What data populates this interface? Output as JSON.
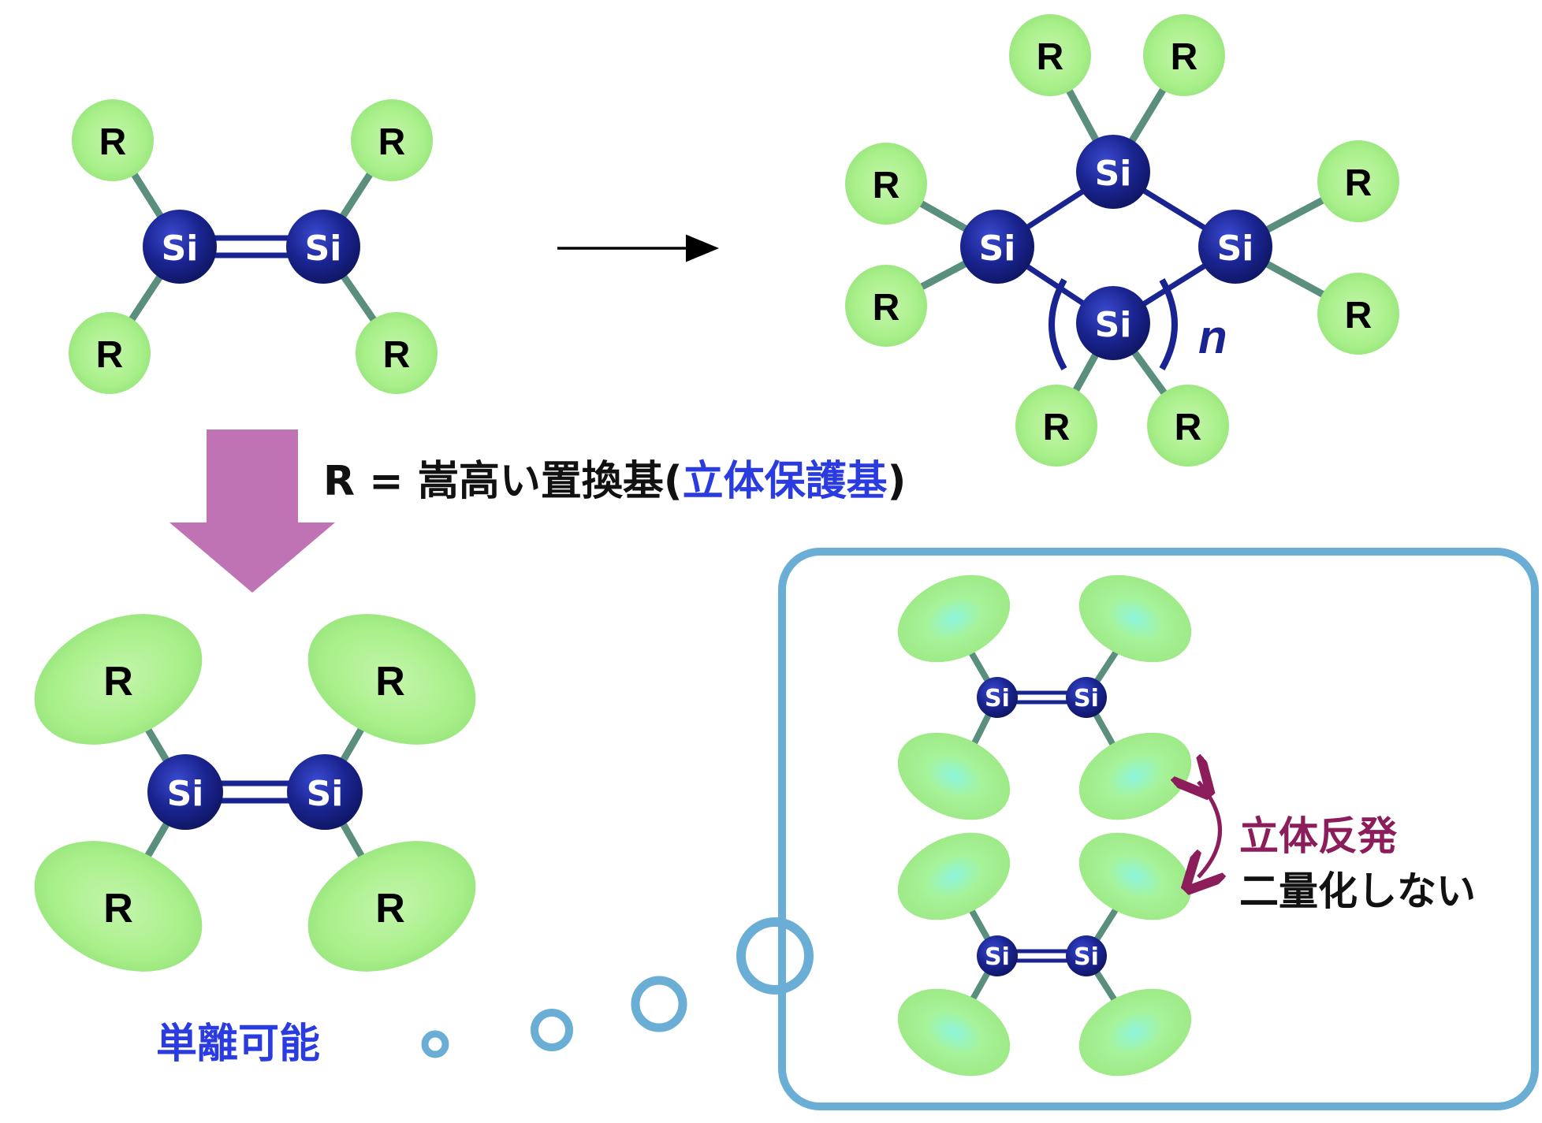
{
  "atom_labels": {
    "substituent": "R",
    "silicon": "Si"
  },
  "polymer_index": "n",
  "caption": {
    "prefix": "R = 嵩高い置換基(",
    "highlight": "立体保護基",
    "suffix": ")"
  },
  "isolable_label": "単離可能",
  "repulsion_label": "立体反発",
  "no_dimerization_label": "二量化しない",
  "colors": {
    "substituent_fill": "#a9f08a",
    "silicon_fill": "#1a2490",
    "bond": "#1a2490",
    "highlight_text": "#2a3be0",
    "repulsion_text": "#8a1d5a",
    "down_arrow": "#bf72b4",
    "frame": "#6aaed6"
  }
}
